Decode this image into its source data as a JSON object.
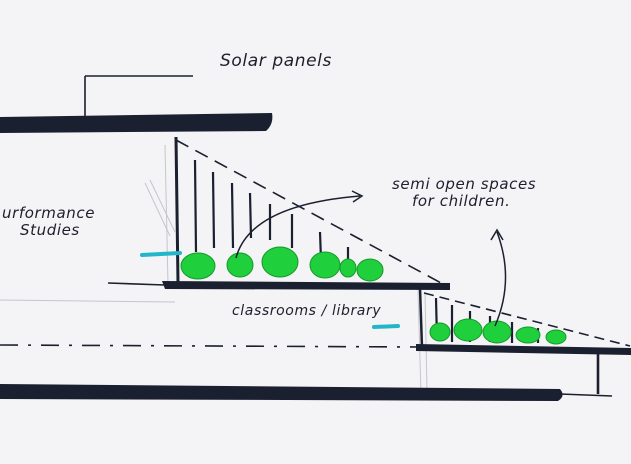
{
  "labels": {
    "solar_panels": "Solar panels",
    "performance_line1": "urformance",
    "performance_line2": "Studies",
    "semi_open_line1": "semi open spaces",
    "semi_open_line2": "for children.",
    "classrooms": "classrooms / library"
  },
  "colors": {
    "ink": "#1b2030",
    "paper": "#f4f3f5",
    "greenery": "#1fcf3c",
    "cyan_marker": "#22b6c8",
    "pencil": "#b9bcc4"
  }
}
